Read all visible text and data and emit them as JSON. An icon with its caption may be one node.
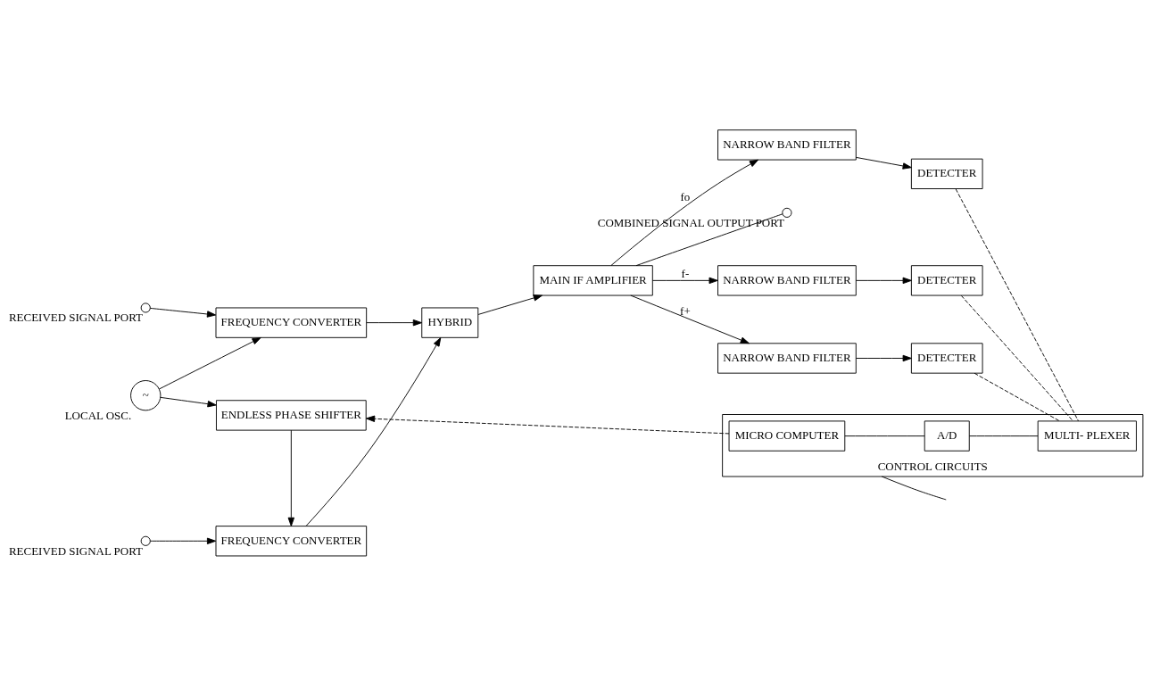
{
  "diagram": {
    "nodes": [
      {
        "text": [],
        "shape": "circle",
        "beside": [
          "RECEIVED SIGNAL PORT"
        ]
      },
      {
        "text": [
          "FREQUENCY CONVERTER"
        ]
      },
      {
        "text": [
          "~"
        ],
        "beside": [
          "LOCAL OSC."
        ]
      },
      {
        "text": [
          "ENDLESS PHASE SHIFTER"
        ]
      },
      {
        "text": [],
        "shape": "circle",
        "beside": [
          "RECEIVED SIGNAL PORT"
        ]
      },
      {
        "text": [
          "FREQUENCY CONVERTER"
        ]
      },
      {
        "text": [
          "HYBRID"
        ]
      },
      {
        "text": [
          "MAIN IF AMPLIFIER"
        ]
      },
      {
        "text": [],
        "shape": "circle",
        "beside": [
          "COMBINED SIGNAL OUTPUT PORT"
        ]
      },
      {
        "text": [
          "NARROW BAND FILTER"
        ]
      },
      {
        "text": [
          "NARROW BAND FILTER"
        ]
      },
      {
        "text": [
          "NARROW BAND FILTER"
        ]
      },
      {
        "text": [
          "DETECTER"
        ]
      },
      {
        "text": [
          "DETECTER"
        ]
      },
      {
        "text": [
          "DETECTER"
        ]
      },
      {
        "text": [
          "CONTROL CIRCUITS"
        ]
      },
      {
        "text": [
          "MICRO COMPUTER"
        ],
        "in": 15
      },
      {
        "text": [
          "A/D"
        ],
        "in": 15
      },
      {
        "text": [
          "MULTI- PLEXER"
        ],
        "in": 15
      }
    ],
    "edges": [
      {
        "from": 0,
        "to": 1,
        "arrow": "to"
      },
      {
        "from": 2,
        "to": 1,
        "arrow": "to"
      },
      {
        "from": 2,
        "to": 3,
        "arrow": "to"
      },
      {
        "from": 3,
        "to": 5,
        "arrow": "to"
      },
      {
        "from": 4,
        "to": 5,
        "arrow": "to"
      },
      {
        "from": 1,
        "to": 6,
        "arrow": "to"
      },
      {
        "from": 5,
        "to": 6,
        "arrow": "to"
      },
      {
        "from": 6,
        "to": 7,
        "arrow": "to"
      },
      {
        "from": 7,
        "to": 8,
        "arrow": "none"
      },
      {
        "from": 7,
        "to": 9,
        "arrow": "to",
        "label": "f-"
      },
      {
        "from": 7,
        "to": 10,
        "arrow": "to",
        "label": "fo"
      },
      {
        "from": 7,
        "to": 11,
        "arrow": "to",
        "label": "f+"
      },
      {
        "from": 9,
        "to": 12,
        "arrow": "to"
      },
      {
        "from": 10,
        "to": 13,
        "arrow": "to"
      },
      {
        "from": 11,
        "to": 14,
        "arrow": "to"
      },
      {
        "from": 16,
        "to": 3,
        "arrow": "to",
        "style": "dashed"
      },
      {
        "from": 16,
        "to": 17,
        "arrow": "none"
      },
      {
        "from": 17,
        "to": 18,
        "arrow": "none"
      },
      {
        "from": 12,
        "to": 18,
        "arrow": "none",
        "style": "dashed"
      },
      {
        "from": 13,
        "to": 18,
        "arrow": "none",
        "style": "dashed"
      },
      {
        "from": 14,
        "to": 18,
        "arrow": "none",
        "style": "dashed"
      },
      {
        "from": 15,
        "to": null,
        "arrow": "none"
      }
    ]
  }
}
